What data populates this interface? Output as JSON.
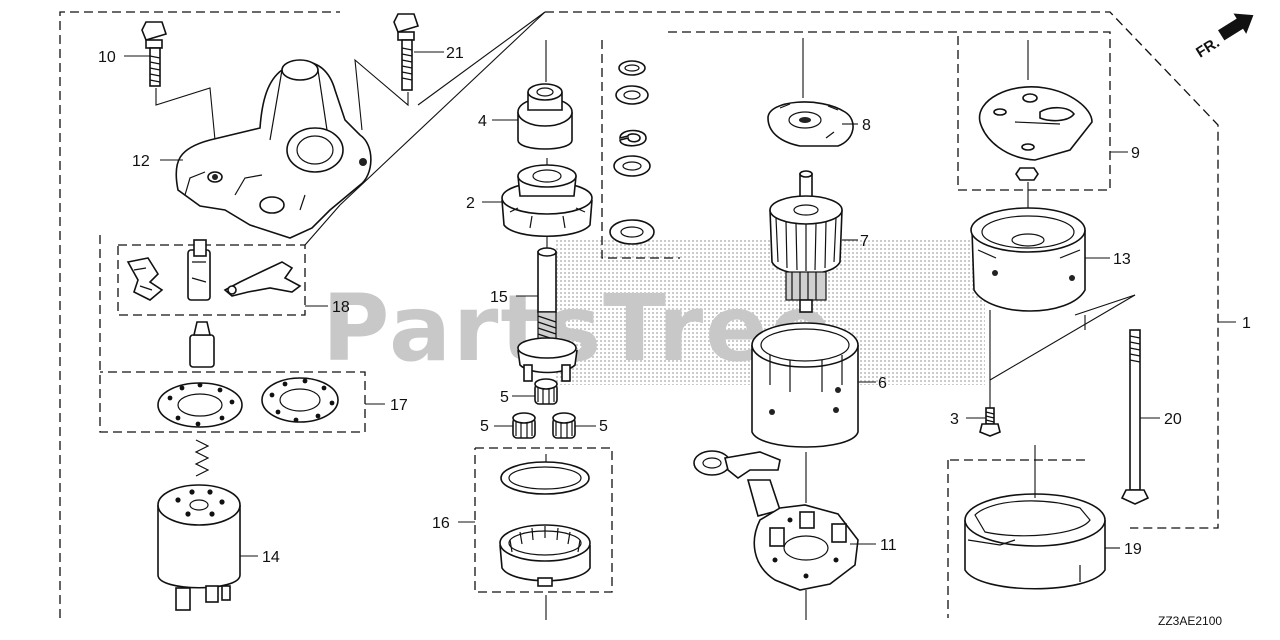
{
  "diagram": {
    "watermark": "PartsTree",
    "orientation_label": "FR.",
    "diagram_code": "ZZ3AE2100",
    "callouts": [
      "1",
      "2",
      "3",
      "4",
      "5",
      "5",
      "5",
      "6",
      "7",
      "8",
      "9",
      "10",
      "11",
      "12",
      "13",
      "14",
      "15",
      "16",
      "17",
      "18",
      "19",
      "20",
      "21"
    ]
  }
}
